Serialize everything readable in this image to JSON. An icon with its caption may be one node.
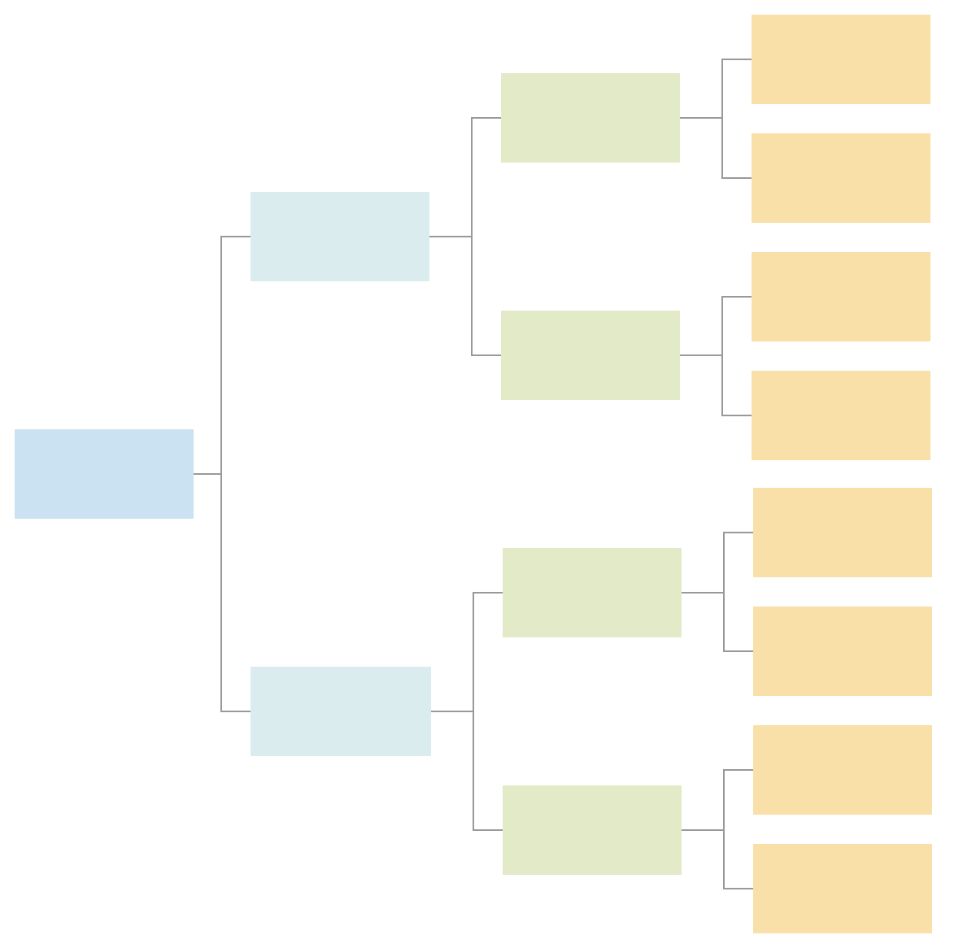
{
  "diagram": {
    "nodes": [
      {
        "text": [],
        "shape": "box"
      },
      {
        "text": [],
        "shape": "box"
      },
      {
        "text": [],
        "shape": "box"
      },
      {
        "text": [],
        "shape": "box"
      },
      {
        "text": [],
        "shape": "box"
      },
      {
        "text": [],
        "shape": "box"
      },
      {
        "text": [],
        "shape": "box"
      },
      {
        "text": [],
        "shape": "box"
      },
      {
        "text": [],
        "shape": "box"
      },
      {
        "text": [],
        "shape": "box"
      },
      {
        "text": [],
        "shape": "box"
      },
      {
        "text": [],
        "shape": "box"
      },
      {
        "text": [],
        "shape": "box"
      },
      {
        "text": [],
        "shape": "box"
      },
      {
        "text": [],
        "shape": "box"
      }
    ],
    "edges": [
      {
        "from": 0,
        "to": 1,
        "arrow": "none"
      },
      {
        "from": 0,
        "to": 2,
        "arrow": "none"
      },
      {
        "from": 1,
        "to": 3,
        "arrow": "none"
      },
      {
        "from": 1,
        "to": 4,
        "arrow": "none"
      },
      {
        "from": 2,
        "to": 5,
        "arrow": "none"
      },
      {
        "from": 2,
        "to": 6,
        "arrow": "none"
      },
      {
        "from": 3,
        "to": 7,
        "arrow": "none"
      },
      {
        "from": 3,
        "to": 8,
        "arrow": "none"
      },
      {
        "from": 4,
        "to": 9,
        "arrow": "none"
      },
      {
        "from": 4,
        "to": 10,
        "arrow": "none"
      },
      {
        "from": 5,
        "to": 11,
        "arrow": "none"
      },
      {
        "from": 5,
        "to": 12,
        "arrow": "none"
      },
      {
        "from": 6,
        "to": 13,
        "arrow": "none"
      },
      {
        "from": 6,
        "to": 14,
        "arrow": "none"
      }
    ]
  }
}
